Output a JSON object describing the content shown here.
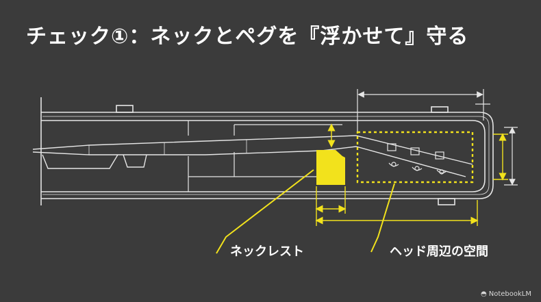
{
  "title": "チェック①：ネックとペグを『浮かせて』守る",
  "callouts": {
    "neck_rest": "ネックレスト",
    "head_space": "ヘッド周辺の空間"
  },
  "brand": {
    "name": "NotebookLM",
    "icon": "notebooklm-logo-icon"
  },
  "colors": {
    "background": "#3b3b3b",
    "line": "#e6e6e6",
    "accent": "#f2e21c"
  }
}
